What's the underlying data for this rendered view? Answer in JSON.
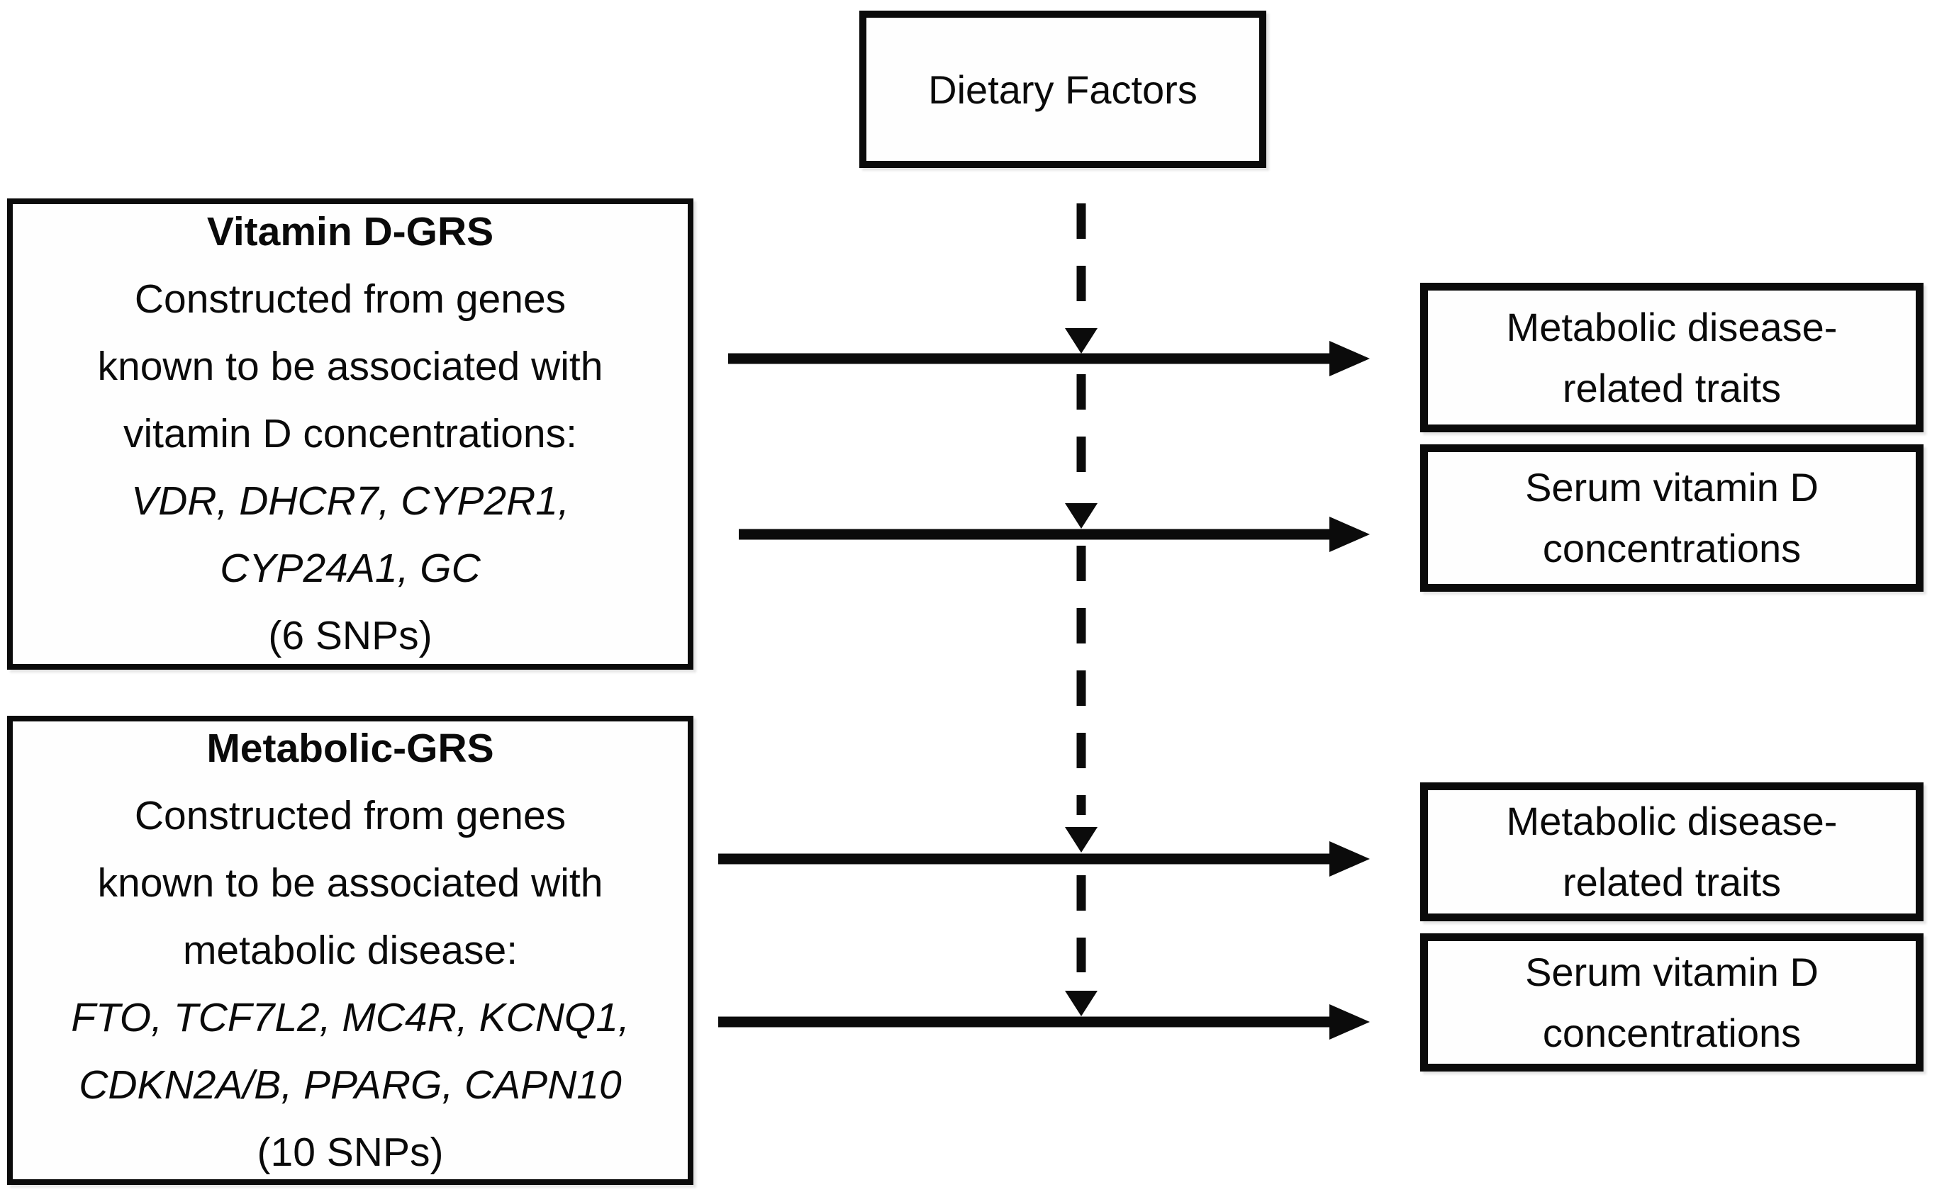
{
  "figure": {
    "dietary_box": {
      "label": "Dietary Factors"
    },
    "vitd_grs_box": {
      "title": "Vitamin D-GRS",
      "desc_line1": "Constructed from genes",
      "desc_line2": "known to be associated with",
      "desc_line3": "vitamin D concentrations:",
      "genes_line1": "VDR, DHCR7, CYP2R1,",
      "genes_line2": "CYP24A1, GC",
      "snps": "(6 SNPs)"
    },
    "metabolic_grs_box": {
      "title": "Metabolic-GRS",
      "desc_line1": "Constructed from genes",
      "desc_line2": "known to be associated with",
      "desc_line3": "metabolic disease:",
      "genes_line1": "FTO, TCF7L2, MC4R, KCNQ1,",
      "genes_line2": "CDKN2A/B, PPARG, CAPN10",
      "snps": "(10 SNPs)"
    },
    "outcome_boxes": [
      {
        "line1": "Metabolic disease-",
        "line2": "related traits"
      },
      {
        "line1": "Serum vitamin D",
        "line2": "concentrations"
      },
      {
        "line1": "Metabolic disease-",
        "line2": "related traits"
      },
      {
        "line1": "Serum vitamin D",
        "line2": "concentrations"
      }
    ],
    "colors": {
      "line": "#0b0b0b",
      "border": "#0b0b0b",
      "text": "#0a0a0a",
      "background": "#ffffff"
    }
  }
}
